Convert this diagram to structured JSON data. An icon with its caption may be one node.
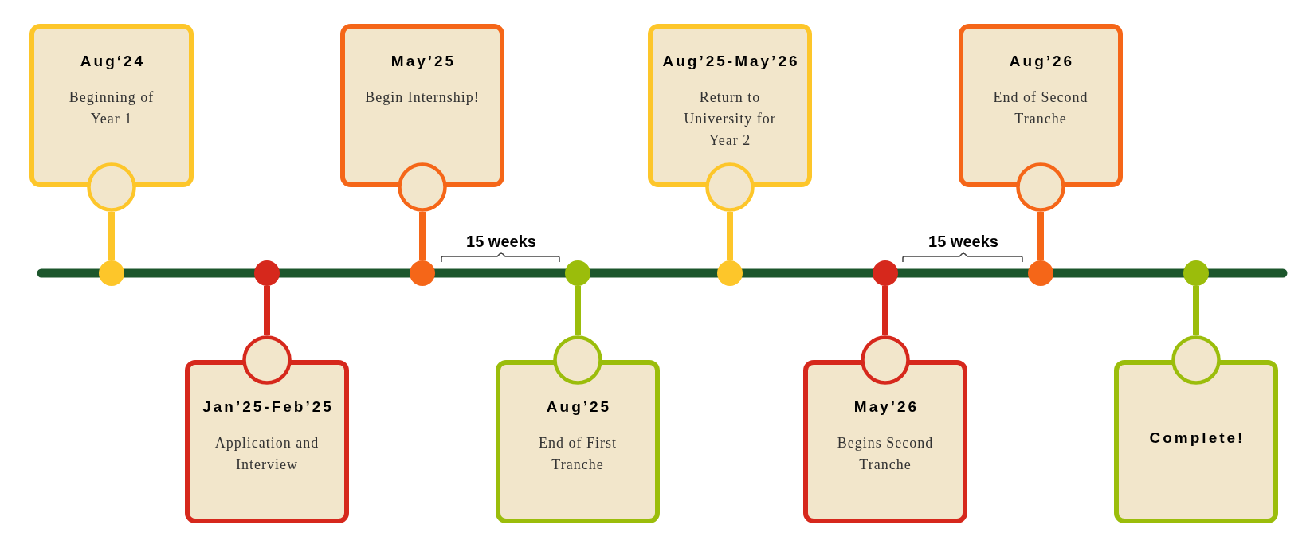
{
  "diagram": {
    "nodes": [
      {
        "text": [
          "Aug‘24",
          "Beginning of Year 1"
        ]
      },
      {
        "text": [
          "Jan’25-Feb’25",
          "Application and Interview"
        ]
      },
      {
        "text": [
          "May’25",
          "Begin Internship!"
        ]
      },
      {
        "text": [
          "Aug’25",
          "End of First Tranche"
        ]
      },
      {
        "text": [
          "Aug’25-May’26",
          "Return to University for Year 2"
        ]
      },
      {
        "text": [
          "May’26",
          "Begins Second Tranche"
        ]
      },
      {
        "text": [
          "Aug’26",
          "End of Second Tranche"
        ]
      },
      {
        "text": [
          "Complete!"
        ]
      },
      {
        "text": [],
        "shape": "circle"
      },
      {
        "text": [],
        "shape": "circle"
      },
      {
        "text": [],
        "shape": "circle"
      },
      {
        "text": [],
        "shape": "circle"
      },
      {
        "text": [],
        "shape": "circle"
      },
      {
        "text": [],
        "shape": "circle"
      },
      {
        "text": [],
        "shape": "circle"
      },
      {
        "text": [],
        "shape": "circle"
      }
    ],
    "edges": [
      {
        "from": 0,
        "to": 8,
        "arrow": "none",
        "color": "#fdc62a"
      },
      {
        "from": 1,
        "to": 9,
        "arrow": "none",
        "color": "#d6281c"
      },
      {
        "from": 2,
        "to": 10,
        "arrow": "none",
        "color": "#f56618"
      },
      {
        "from": 3,
        "to": 11,
        "arrow": "none",
        "color": "#9bbd0b"
      },
      {
        "from": 4,
        "to": 12,
        "arrow": "none",
        "color": "#fdc62a"
      },
      {
        "from": 5,
        "to": 13,
        "arrow": "none",
        "color": "#d6281c"
      },
      {
        "from": 6,
        "to": 14,
        "arrow": "none",
        "color": "#f56618"
      },
      {
        "from": 7,
        "to": 15,
        "arrow": "none",
        "color": "#9bbd0b"
      }
    ],
    "labels": [
      "15 weeks",
      "15 weeks"
    ]
  }
}
